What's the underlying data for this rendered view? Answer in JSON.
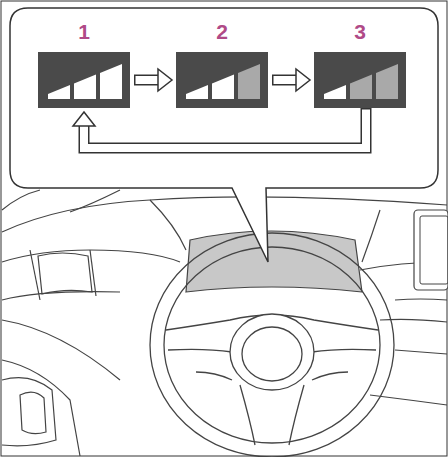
{
  "diagram": {
    "nodes": [
      {
        "text": [
          "1"
        ]
      },
      {
        "text": [
          "2"
        ]
      },
      {
        "text": [
          "3"
        ]
      }
    ],
    "edges": [
      {
        "from": 0,
        "to": 1,
        "arrow": "to"
      },
      {
        "from": 1,
        "to": 2,
        "arrow": "to"
      },
      {
        "from": 2,
        "to": 0,
        "arrow": "to"
      }
    ]
  }
}
